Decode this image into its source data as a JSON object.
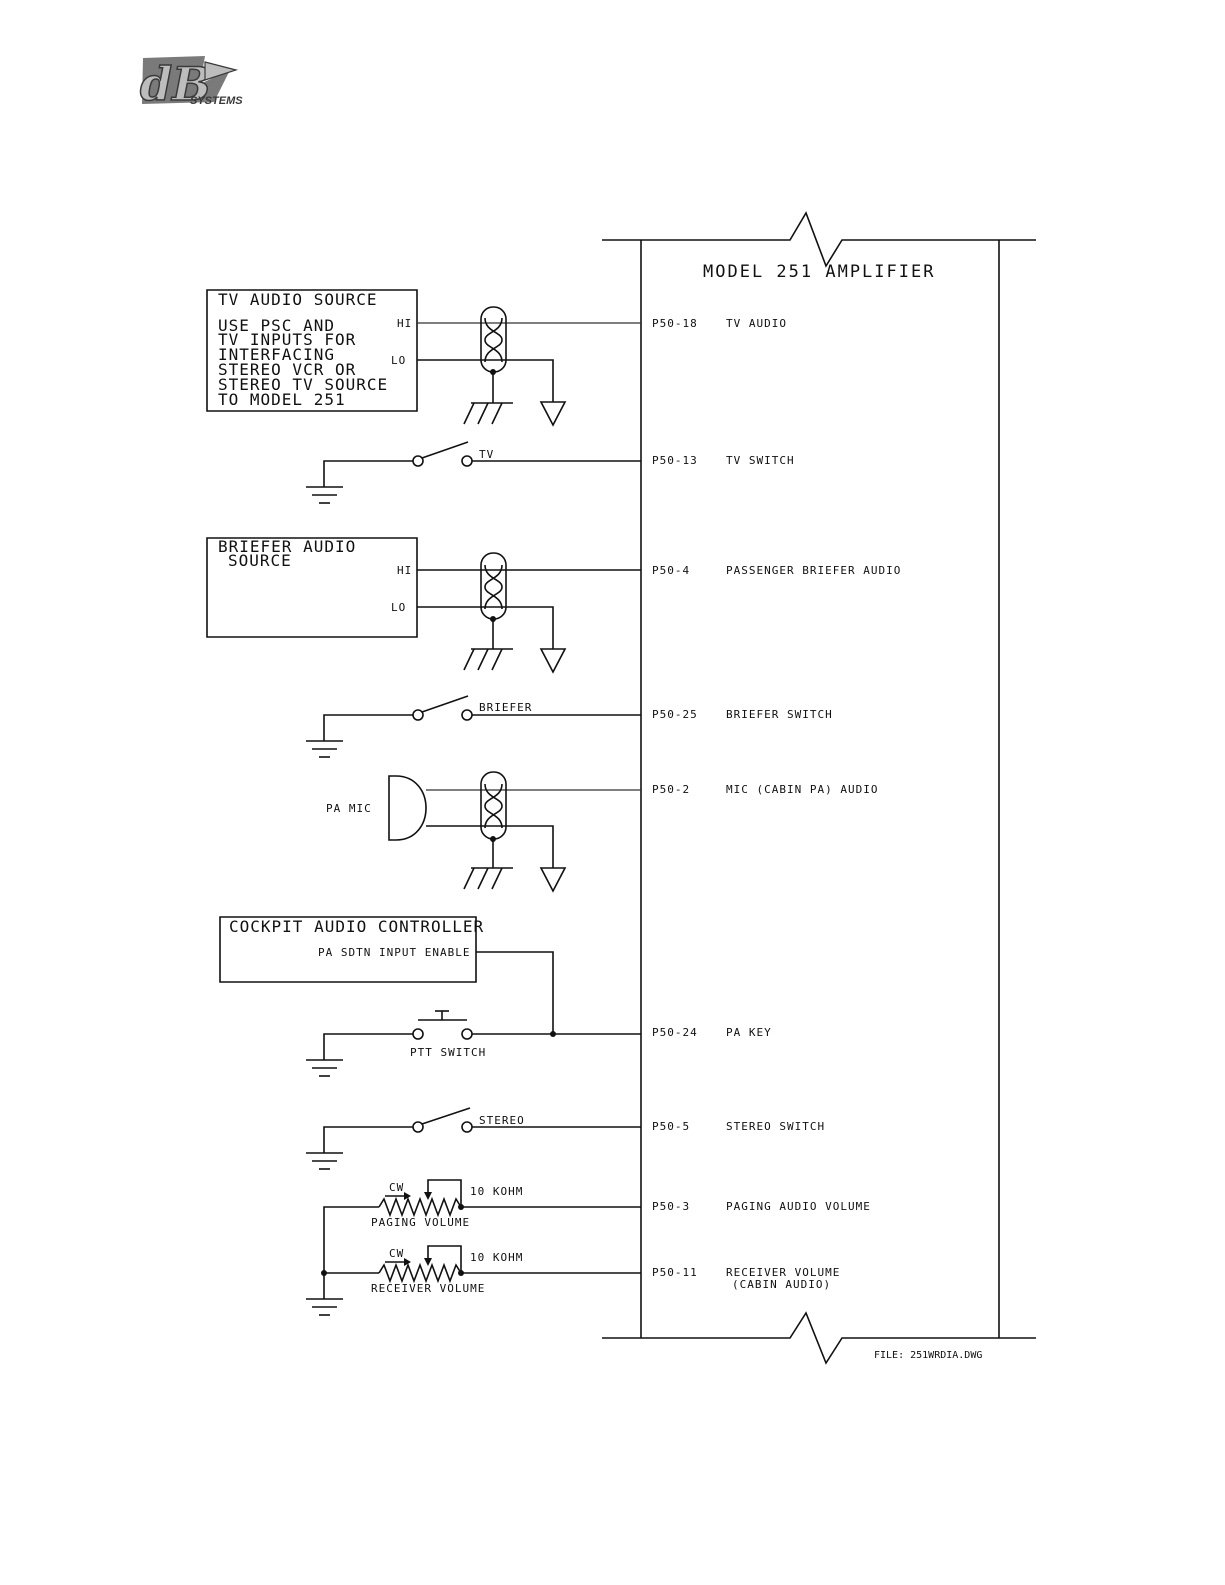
{
  "logo": {
    "letters": "dB",
    "wordmark": "SYSTEMS",
    "colors": {
      "light": "#bdbdbd",
      "mid": "#7a7a7a",
      "dark": "#3a3a3a"
    }
  },
  "amplifier": {
    "title": "MODEL 251 AMPLIFIER"
  },
  "tv_source": {
    "title": "TV AUDIO SOURCE",
    "note_lines": [
      "USE PSC AND",
      "TV INPUTS FOR",
      "INTERFACING",
      "STEREO VCR OR",
      "STEREO TV SOURCE",
      "TO MODEL 251"
    ],
    "hi": "HI",
    "lo": "LO"
  },
  "briefer_source": {
    "title_lines": [
      "BRIEFER AUDIO",
      "SOURCE"
    ],
    "hi": "HI",
    "lo": "LO"
  },
  "switches": {
    "tv": "TV",
    "briefer": "BRIEFER",
    "stereo": "STEREO",
    "ptt": "PTT SWITCH"
  },
  "pa_mic": {
    "label": "PA MIC"
  },
  "cockpit": {
    "title": "COCKPIT AUDIO CONTROLLER",
    "output": "PA SDTN INPUT ENABLE"
  },
  "pots": [
    {
      "cw": "CW",
      "value": "10 KOHM",
      "name": "PAGING VOLUME"
    },
    {
      "cw": "CW",
      "value": "10 KOHM",
      "name": "RECEIVER VOLUME"
    }
  ],
  "pins": [
    {
      "pin": "P50-18",
      "function": "TV AUDIO"
    },
    {
      "pin": "P50-13",
      "function": "TV SWITCH"
    },
    {
      "pin": "P50-4",
      "function": "PASSENGER BRIEFER AUDIO"
    },
    {
      "pin": "P50-25",
      "function": "BRIEFER SWITCH"
    },
    {
      "pin": "P50-2",
      "function": "MIC (CABIN PA) AUDIO"
    },
    {
      "pin": "P50-24",
      "function": "PA KEY"
    },
    {
      "pin": "P50-5",
      "function": "STEREO SWITCH"
    },
    {
      "pin": "P50-3",
      "function": "PAGING AUDIO VOLUME"
    },
    {
      "pin": "P50-11",
      "function": "RECEIVER VOLUME",
      "function_line2": "(CABIN AUDIO)"
    }
  ],
  "file_ref": "FILE: 251WRDIA.DWG"
}
